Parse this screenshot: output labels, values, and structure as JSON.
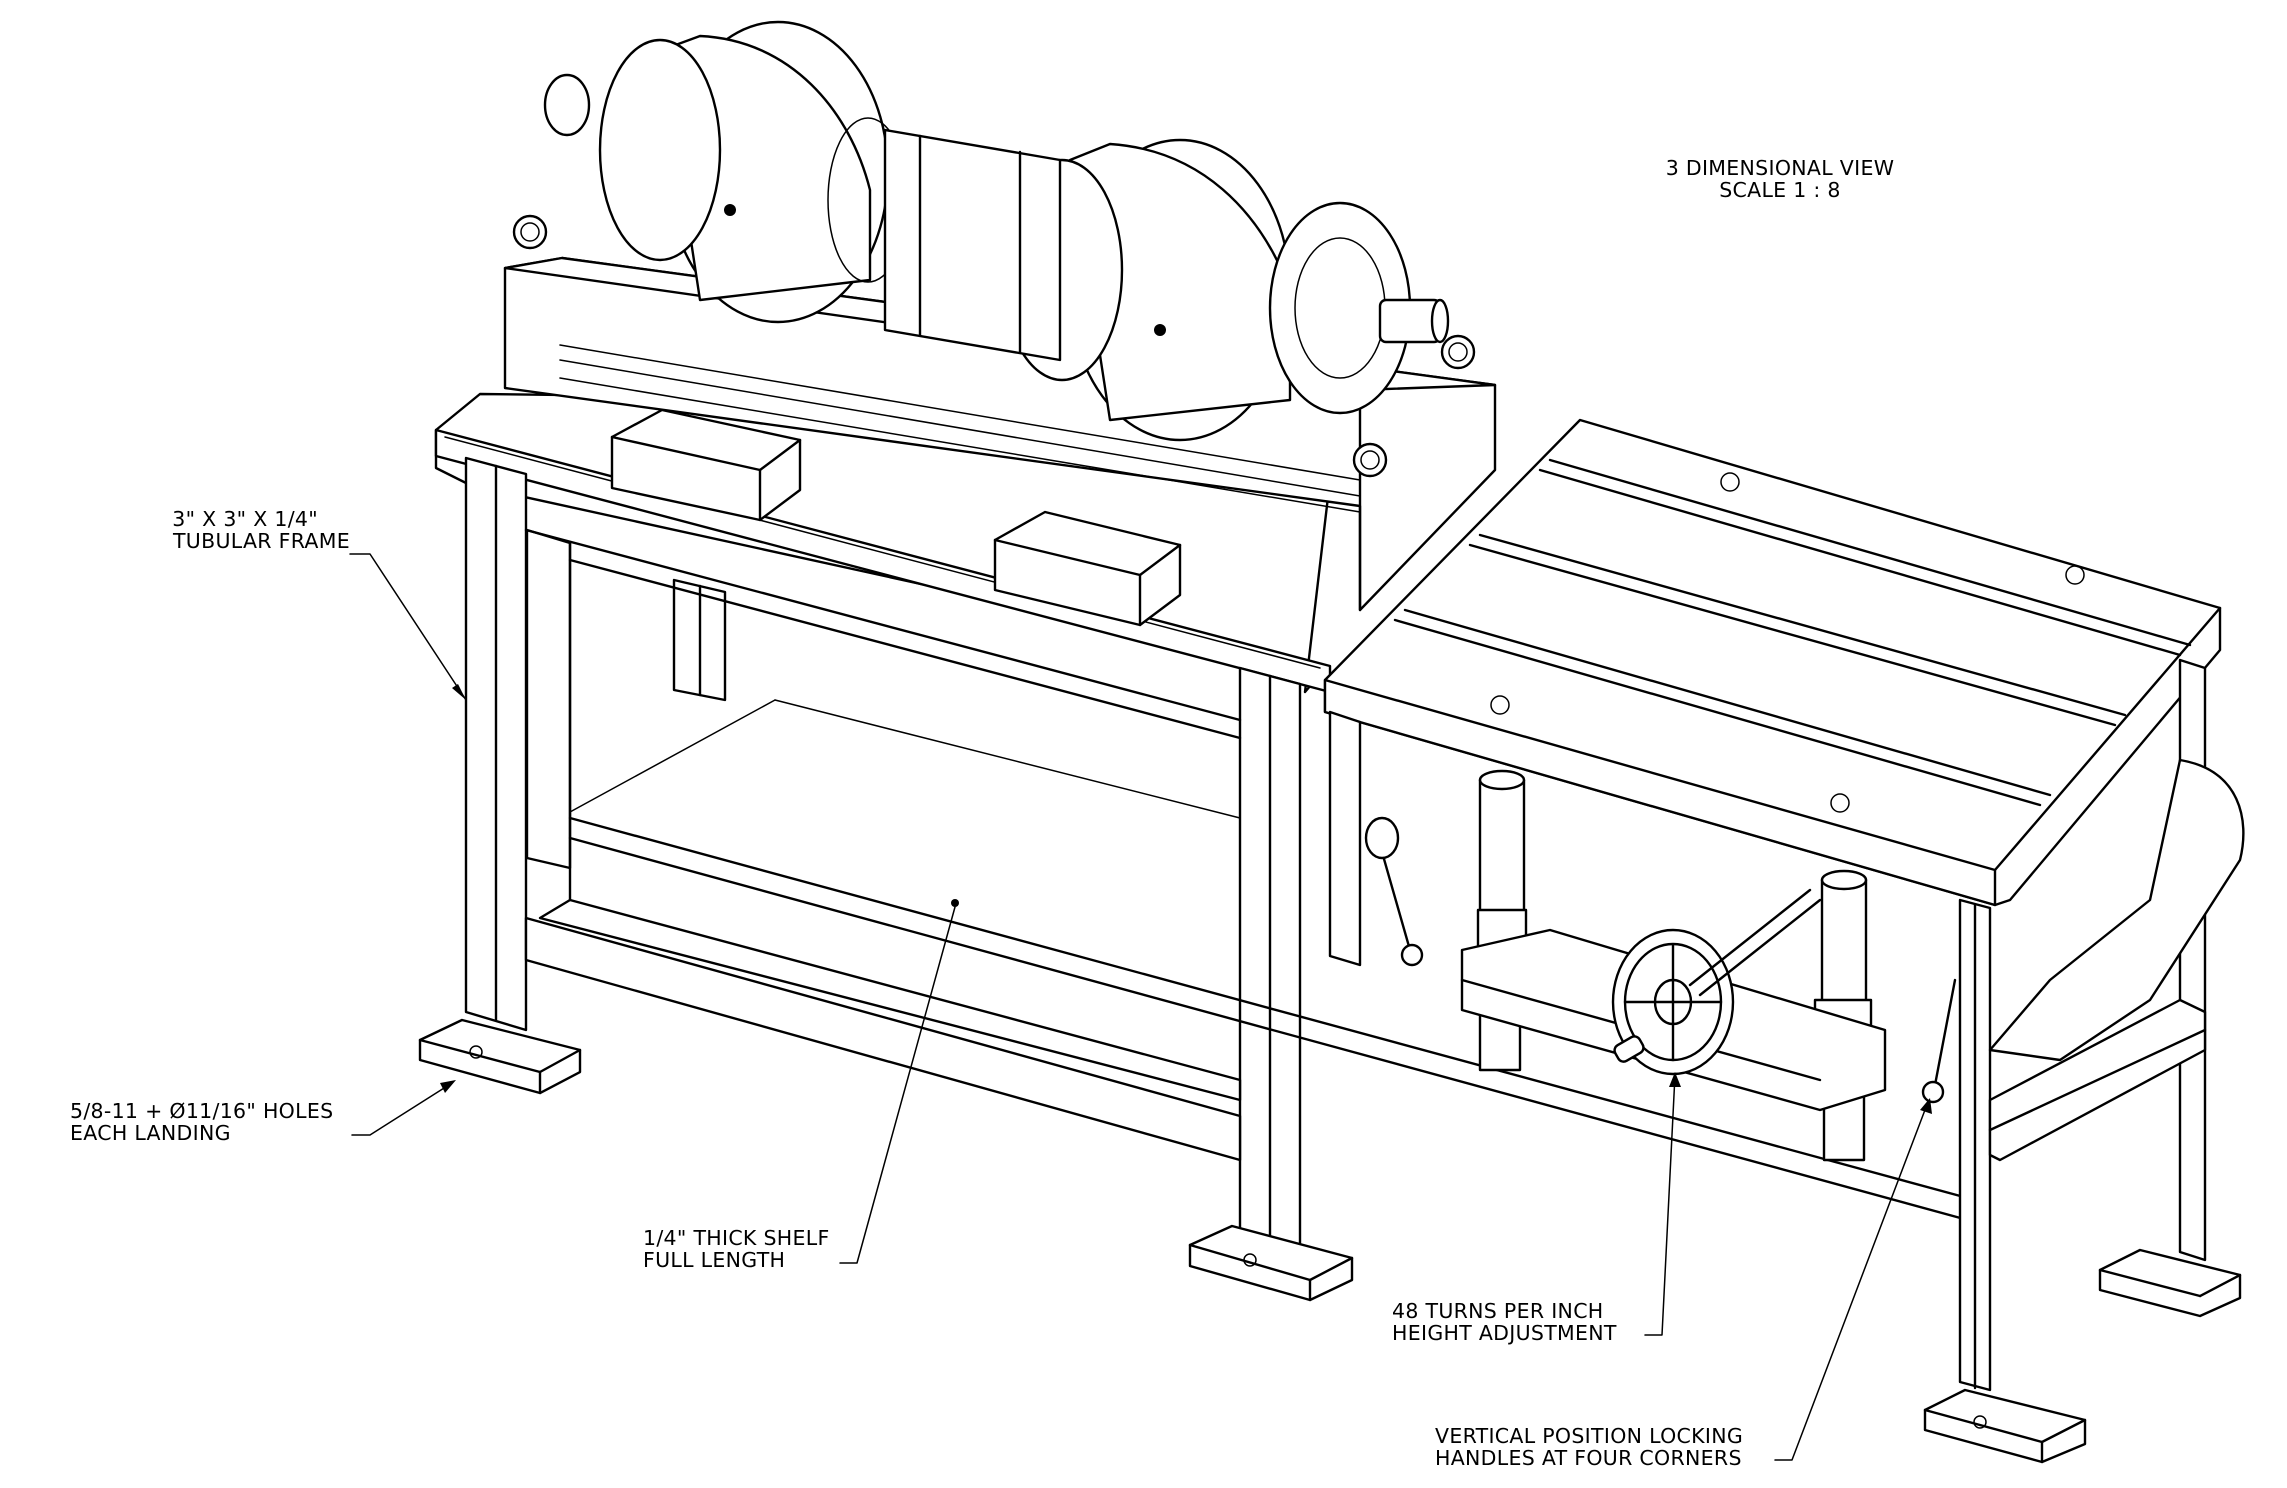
{
  "view_title": {
    "line1": "3 DIMENSIONAL VIEW",
    "line2": "SCALE 1 : 8"
  },
  "callouts": {
    "frame": {
      "line1": "3\" X 3\" X 1/4\"",
      "line2": "TUBULAR FRAME"
    },
    "holes": {
      "line1": "5/8-11 + Ø11/16\" HOLES",
      "line2": "EACH LANDING"
    },
    "shelf": {
      "line1": "1/4\" THICK SHELF",
      "line2": "FULL LENGTH"
    },
    "handwheel": {
      "line1": "48 TURNS PER INCH",
      "line2": "HEIGHT ADJUSTMENT"
    },
    "handles": {
      "line1": "VERTICAL POSITION LOCKING",
      "line2": "HANDLES AT FOUR CORNERS"
    }
  },
  "colors": {
    "line": "#000000",
    "background": "#ffffff"
  }
}
